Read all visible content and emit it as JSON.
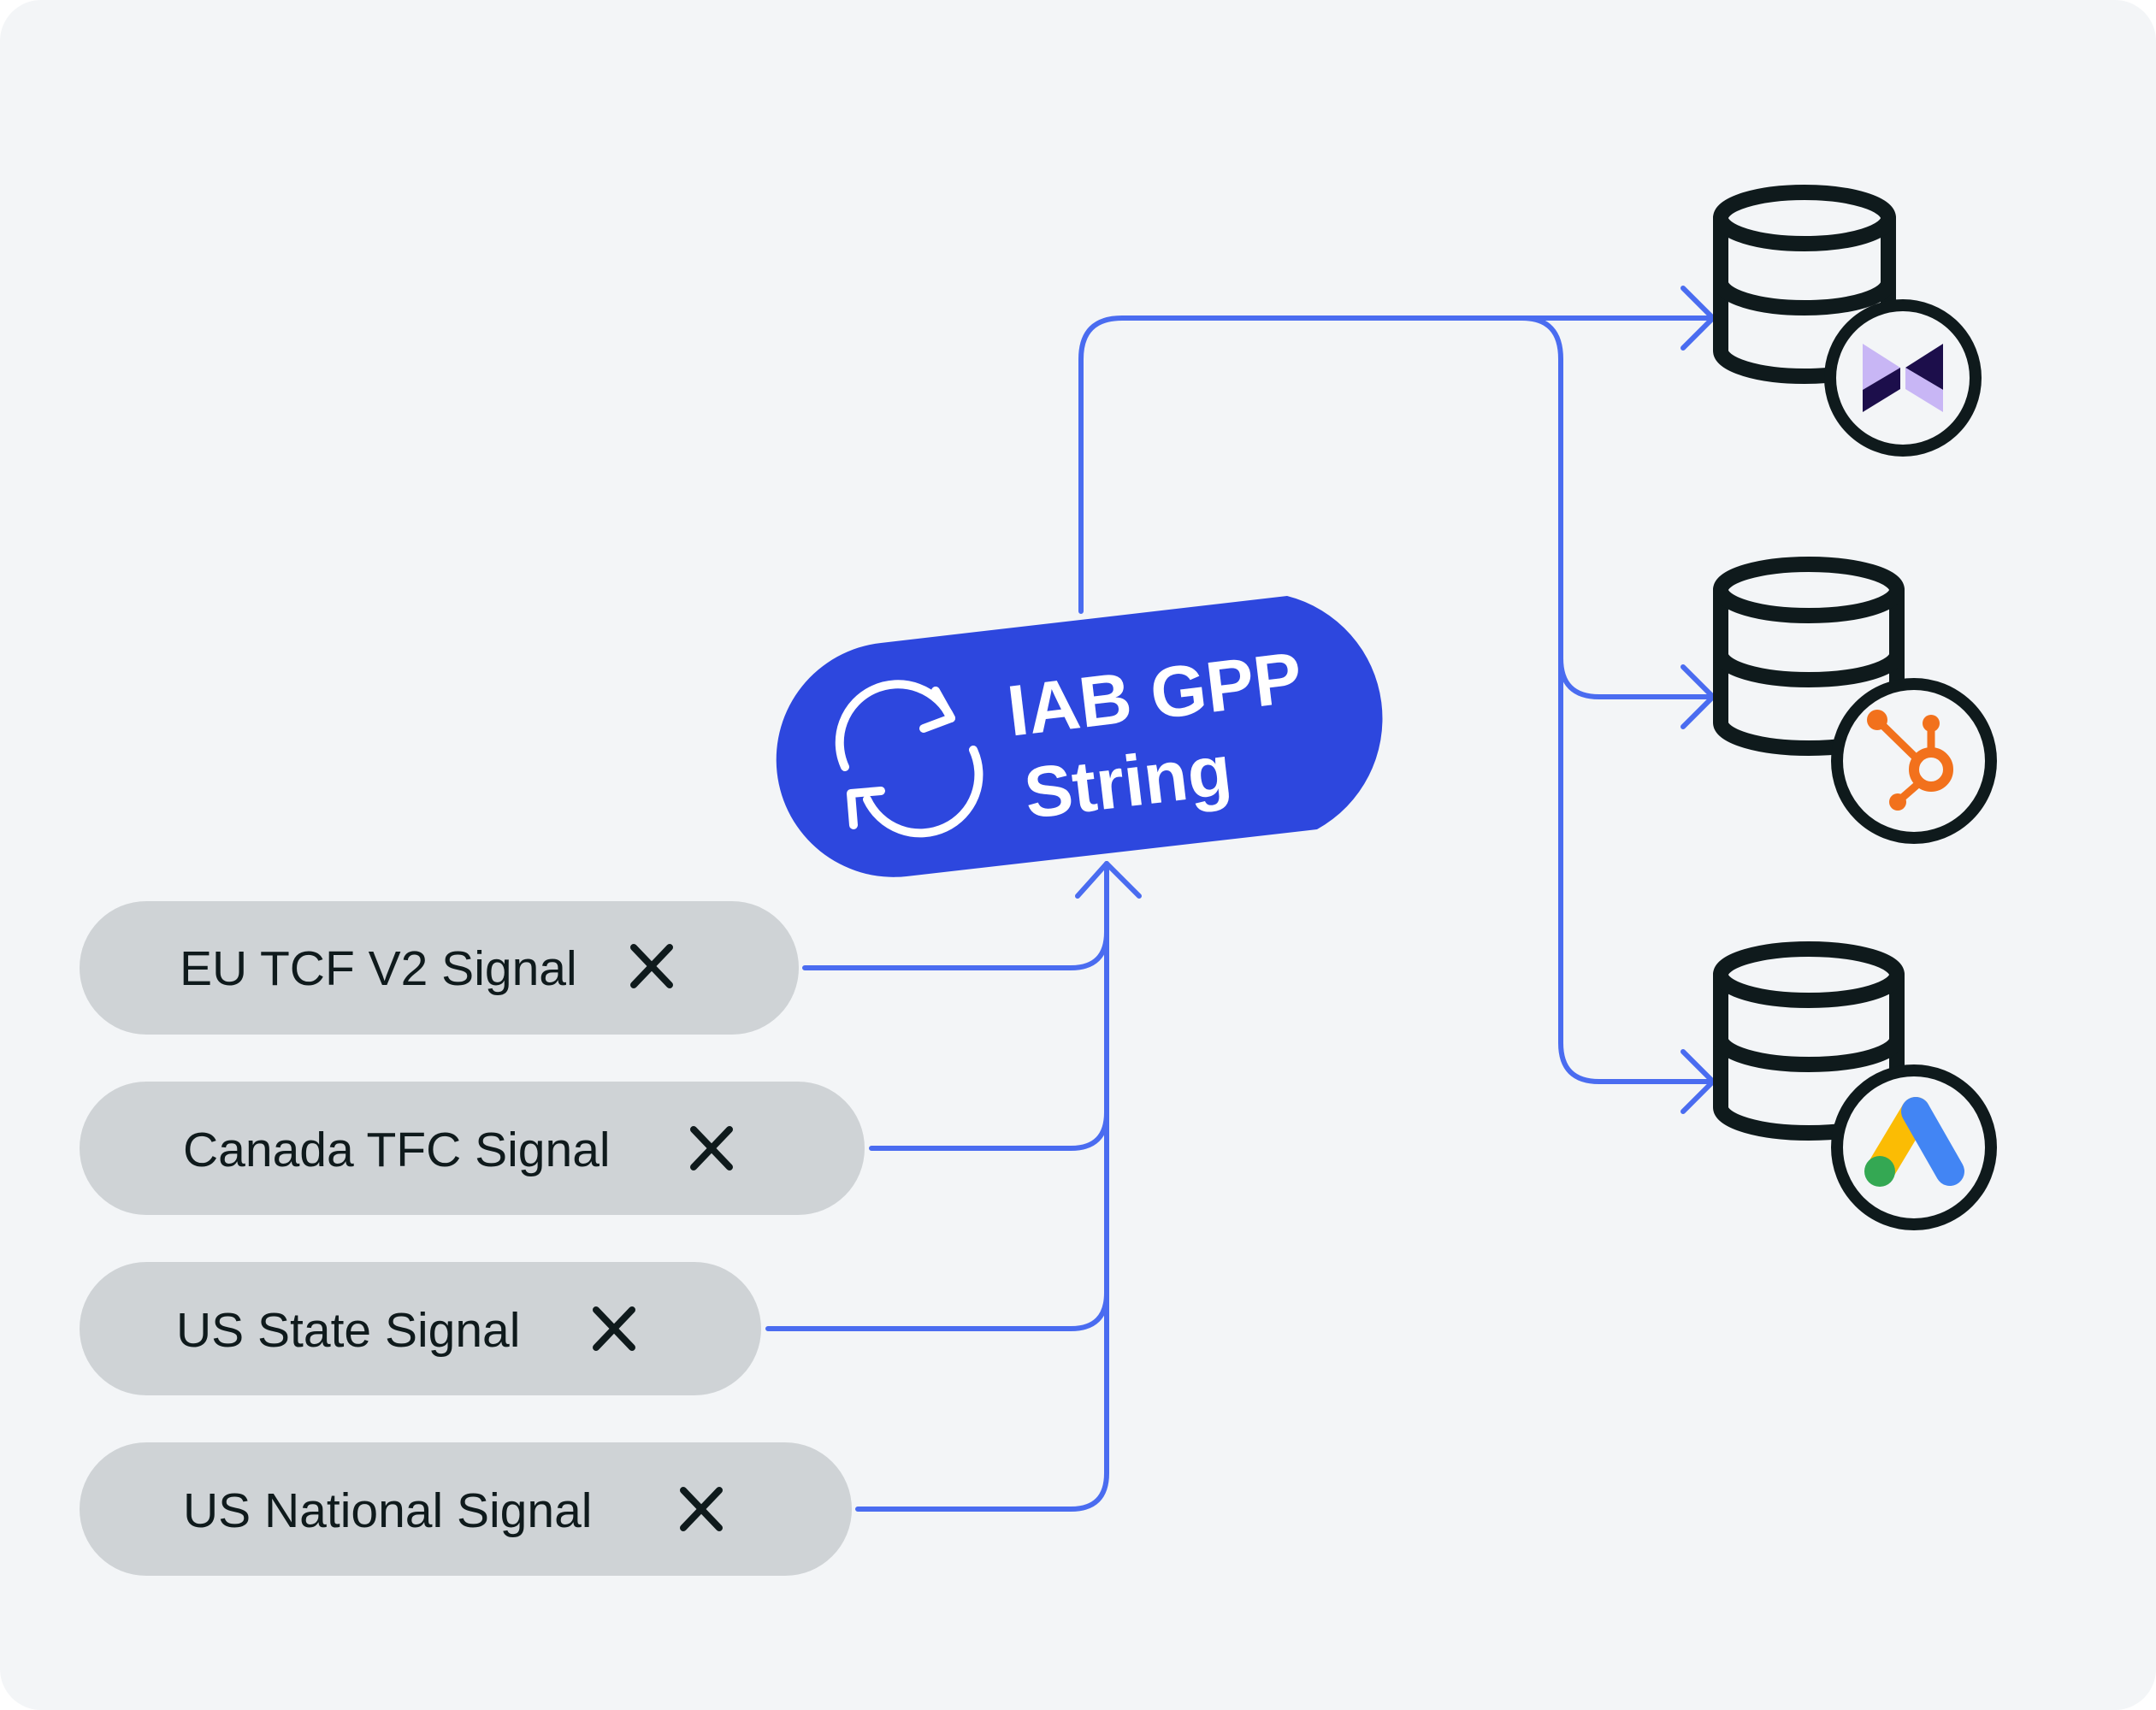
{
  "hub": {
    "title_line1": "IAB GPP",
    "title_line2": "String",
    "icon": "sync-icon",
    "color": "#2d47de"
  },
  "signals": [
    {
      "label": "EU TCF V2 Signal",
      "icon": "close-icon"
    },
    {
      "label": "Canada TFC Signal",
      "icon": "close-icon"
    },
    {
      "label": "US State Signal",
      "icon": "close-icon"
    },
    {
      "label": "US National Signal",
      "icon": "close-icon"
    }
  ],
  "destinations": [
    {
      "icon": "database-icon",
      "badge_icon": "mixpanel-logo-icon"
    },
    {
      "icon": "database-icon",
      "badge_icon": "hubspot-logo-icon"
    },
    {
      "icon": "database-icon",
      "badge_icon": "google-ads-logo-icon"
    }
  ],
  "colors": {
    "background": "#f3f5f7",
    "pill": "#cfd3d6",
    "connector": "#4a6cf0",
    "stroke": "#0f1a1c",
    "hubspot_orange": "#f2711c",
    "mixpanel_dark": "#1c0e4b",
    "mixpanel_light": "#c8b6f5",
    "google_blue": "#4285f4",
    "google_yellow": "#fbbc04",
    "google_green": "#34a853"
  }
}
